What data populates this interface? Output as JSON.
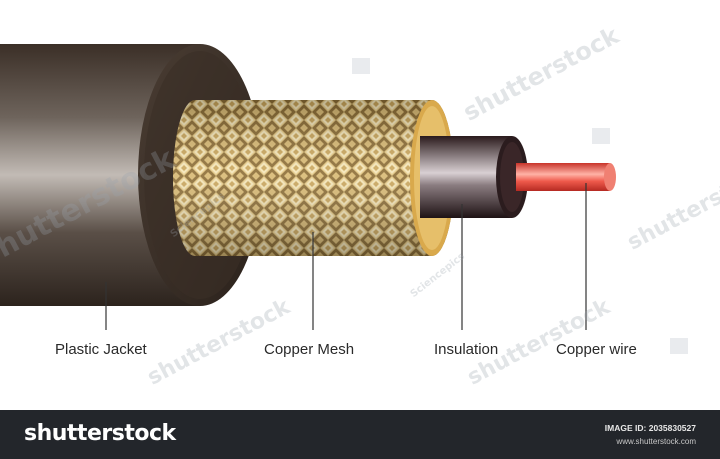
{
  "labels": {
    "plastic_jacket": "Plastic Jacket",
    "copper_mesh": "Copper Mesh",
    "insulation": "Insulation",
    "copper_wire": "Copper wire"
  },
  "watermark": {
    "text": "shutterstock",
    "author": "Sciencepics"
  },
  "footer": {
    "brand": "shutterstock",
    "image_id": "IMAGE ID: 2035830527",
    "site": "www.shutterstock.com"
  },
  "colors": {
    "jacket": "#3a2e26",
    "jacket_highlight": "#b8b0aa",
    "mesh_gold": "#d6b46a",
    "mesh_dark": "#7a5a24",
    "insulation": "#2a1a1c",
    "insulation_highlight": "#d8cfd2",
    "wire": "#e8473a",
    "footer_bg": "#23262b"
  }
}
